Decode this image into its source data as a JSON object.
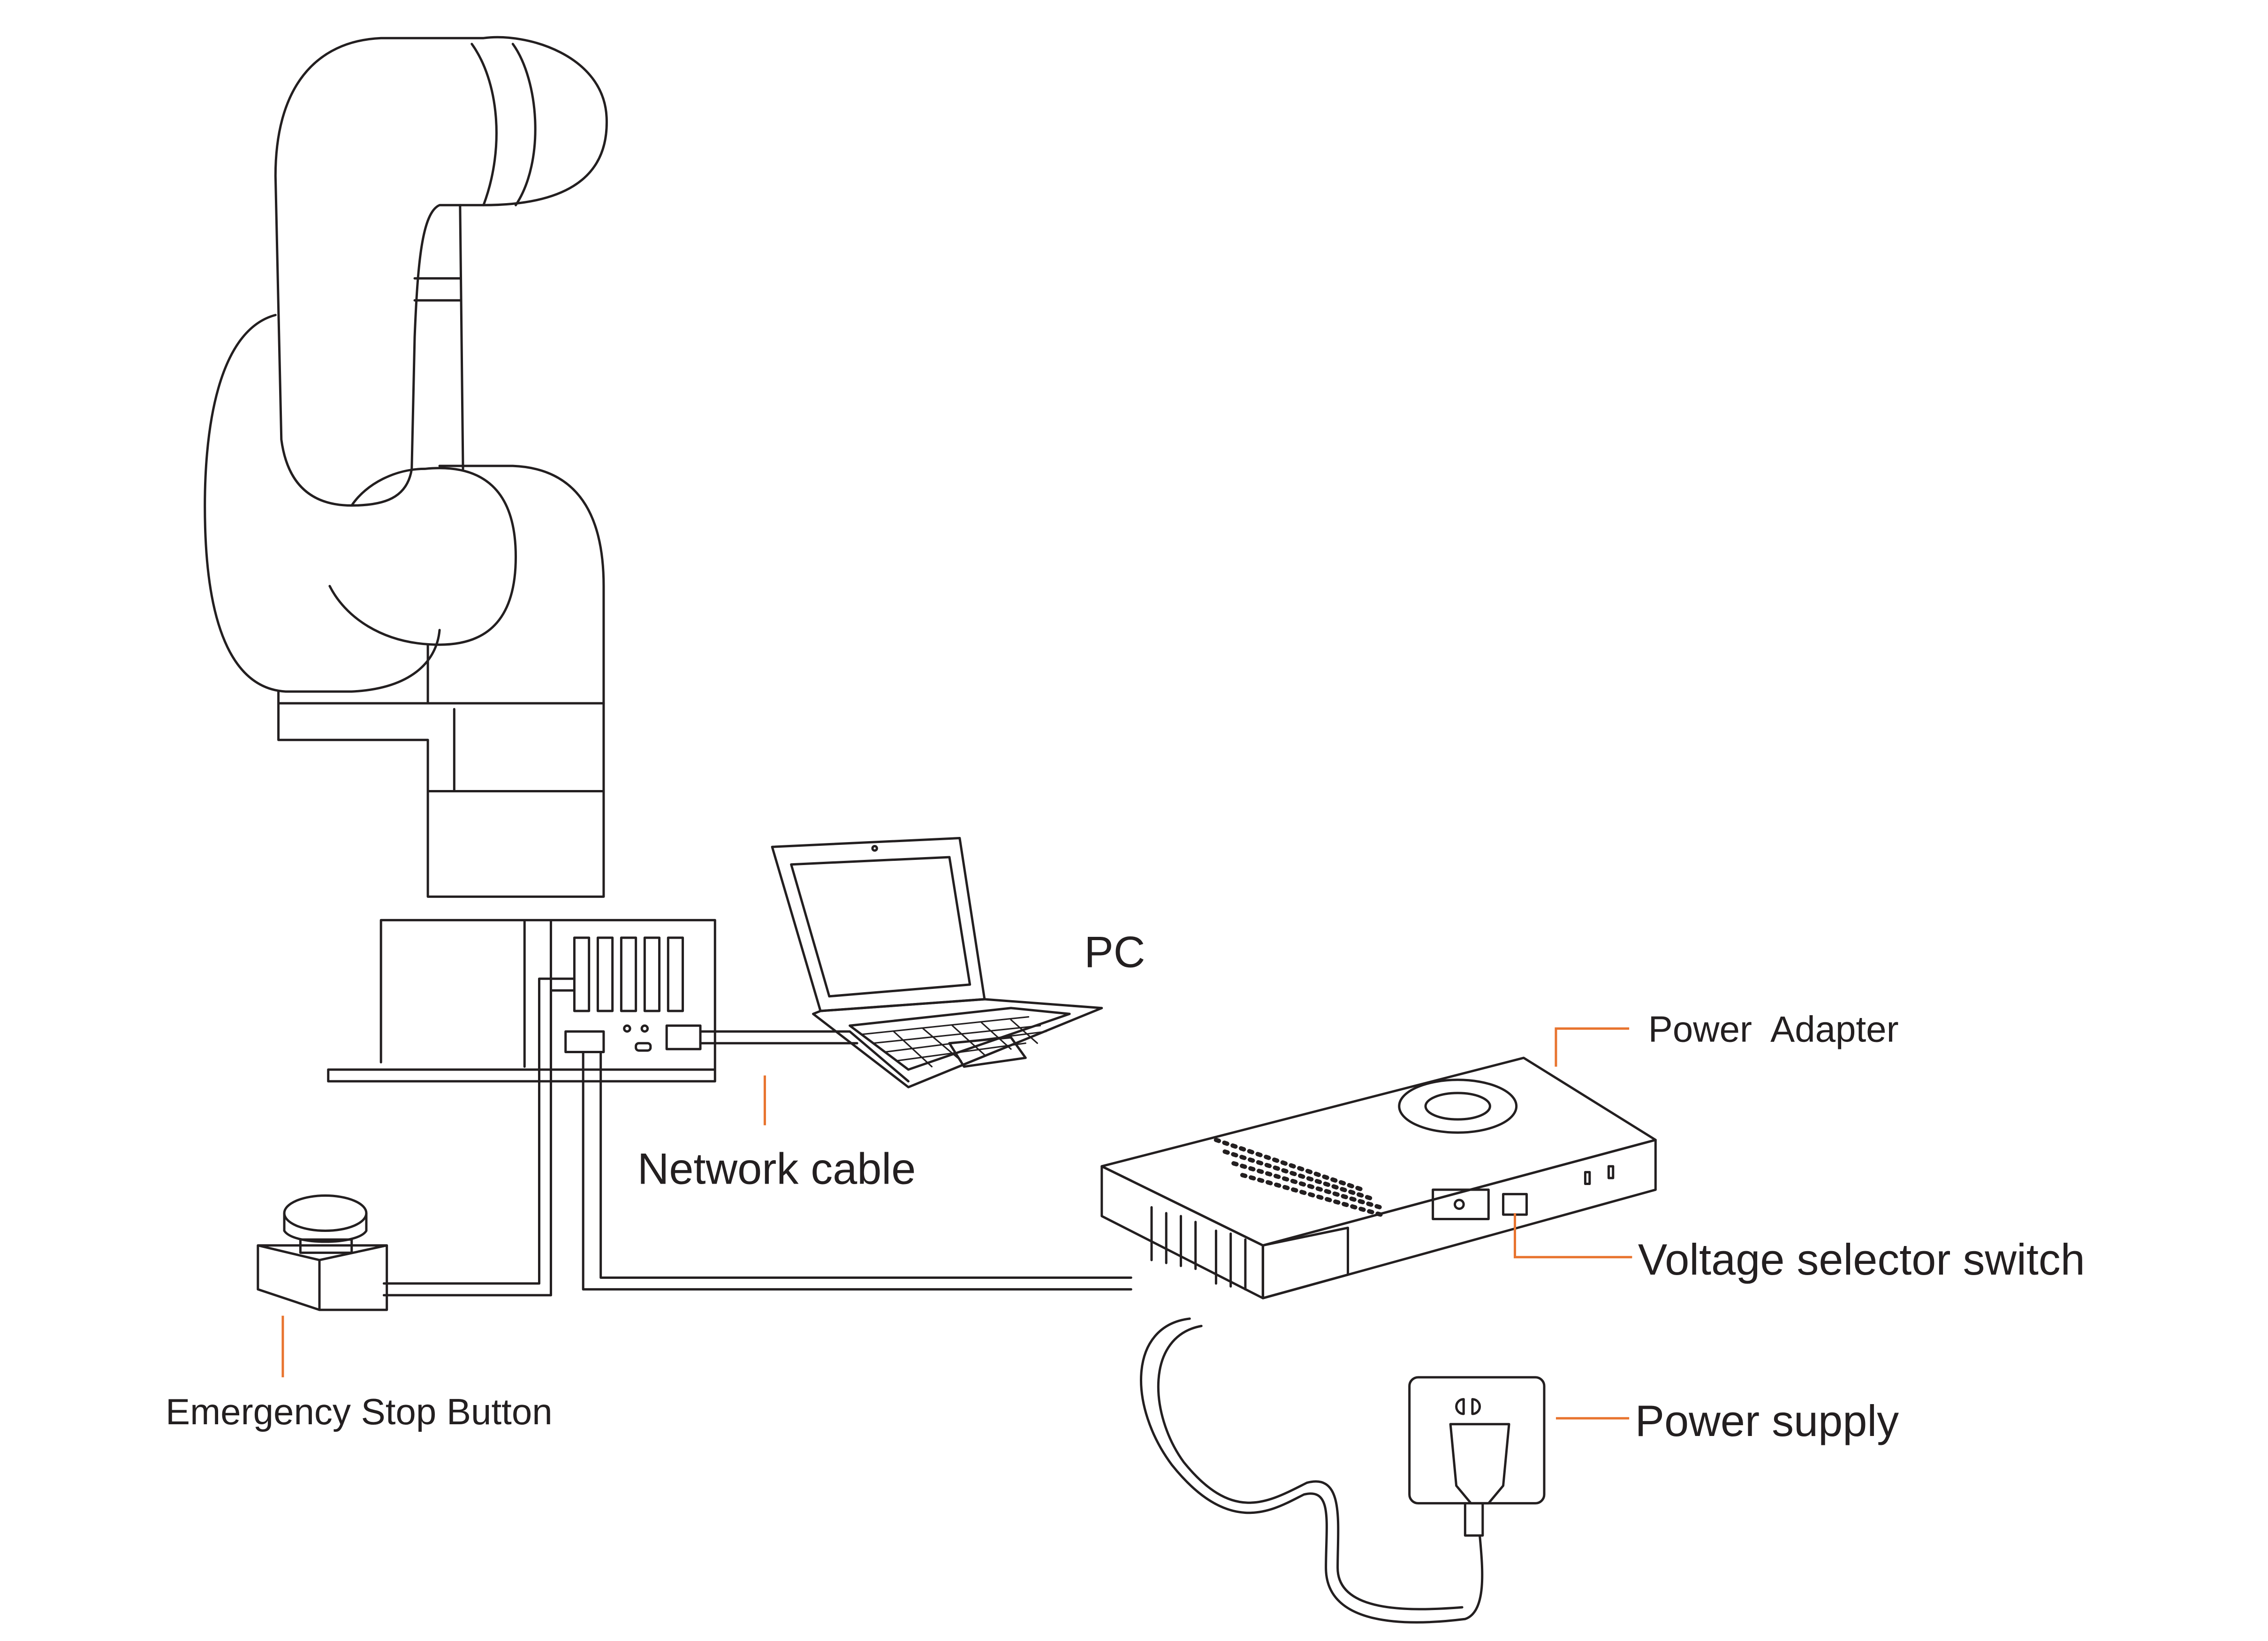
{
  "labels": {
    "pc": "PC",
    "power_adapter": "Power  Adapter",
    "network_cable": "Network cable",
    "voltage_selector_switch": "Voltage selector switch",
    "power_supply": "Power supply",
    "emergency_stop_button": "Emergency Stop Button"
  },
  "colors": {
    "line": "#231f20",
    "callout": "#e8742f",
    "background": "#ffffff"
  }
}
